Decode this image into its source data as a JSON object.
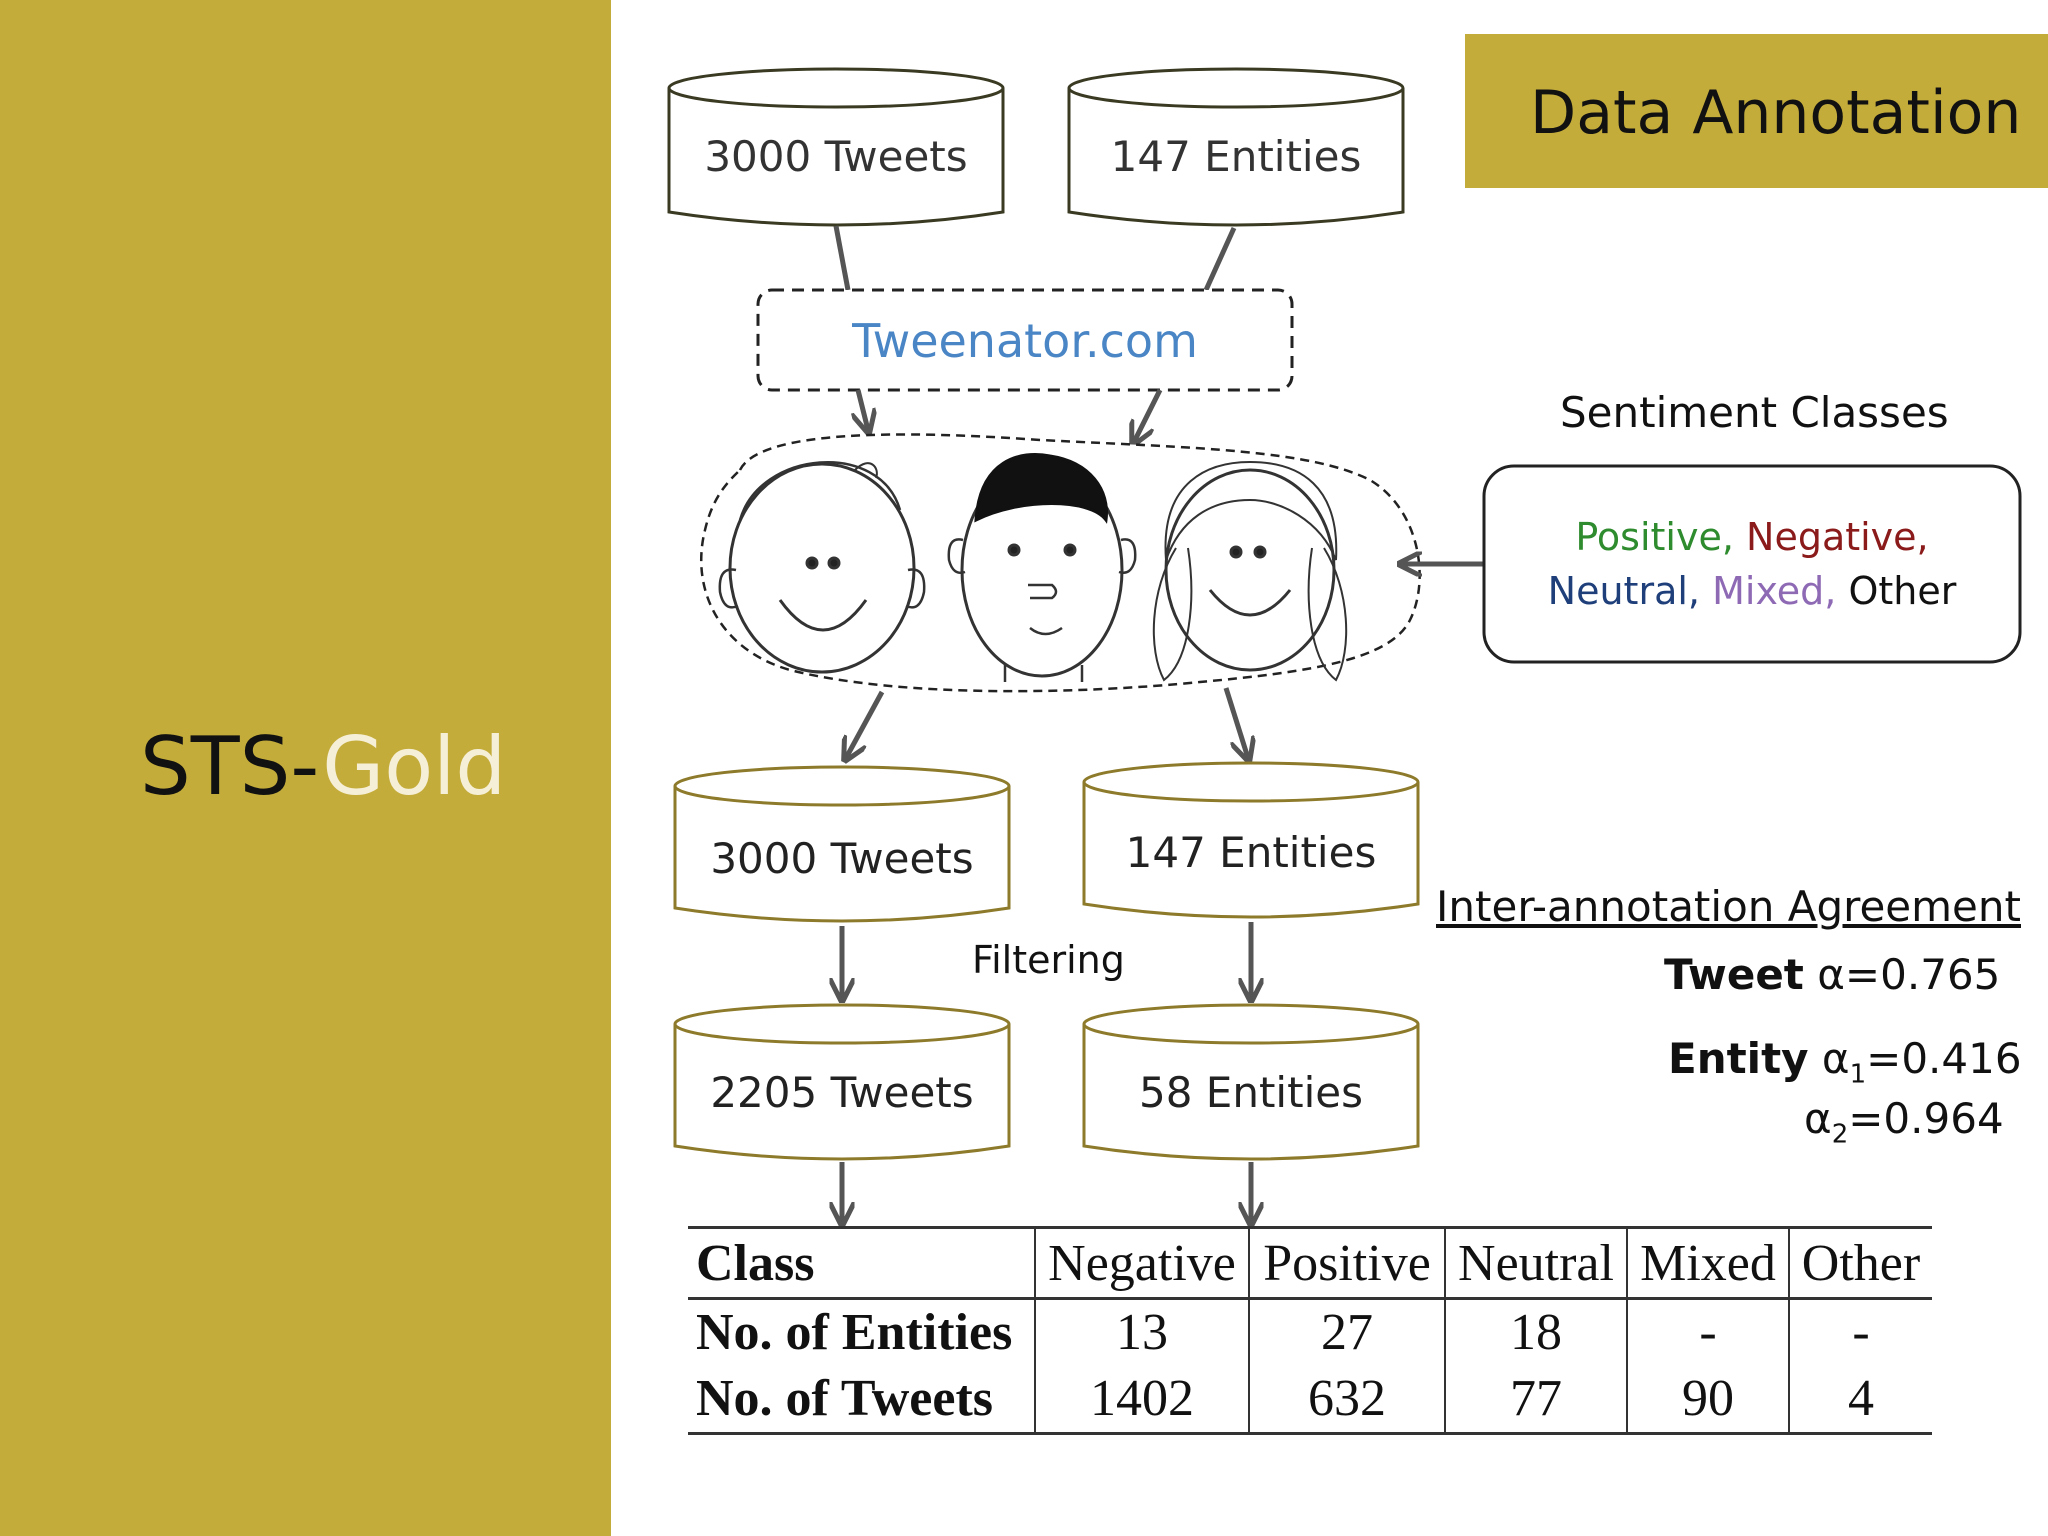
{
  "sidebar": {
    "title_prefix": "STS-",
    "title_highlight": "Gold"
  },
  "header": {
    "title": "Data Annotation"
  },
  "flow": {
    "source_tweets": "3000 Tweets",
    "source_entities": "147 Entities",
    "tool": "Tweenator.com",
    "annotated_tweets": "3000 Tweets",
    "annotated_entities": "147 Entities",
    "filtering": "Filtering",
    "filtered_tweets": "2205 Tweets",
    "filtered_entities": "58 Entities"
  },
  "sentiment_classes": {
    "title": "Sentiment Classes",
    "positive": "Positive,",
    "negative": "Negative,",
    "neutral": "Neutral,",
    "mixed": "Mixed,",
    "other": "Other",
    "colors": {
      "positive": "#2e8b2e",
      "negative": "#8b1a1a",
      "neutral": "#1f3f7a",
      "mixed": "#8e6ab5"
    }
  },
  "agreement": {
    "title": "Inter-annotation Agreement",
    "tweet_label": "Tweet",
    "tweet_value": "α=0.765",
    "entity_label": "Entity",
    "alpha1_symbol": "α",
    "alpha1_sub": "1",
    "alpha1_value": "=0.416",
    "alpha2_symbol": "α",
    "alpha2_sub": "2",
    "alpha2_value": "=0.964"
  },
  "table": {
    "headers": [
      "Class",
      "Negative",
      "Positive",
      "Neutral",
      "Mixed",
      "Other"
    ],
    "rows": [
      {
        "label": "No. of Entities",
        "cells": [
          "13",
          "27",
          "18",
          "-",
          "-"
        ]
      },
      {
        "label": "No. of Tweets",
        "cells": [
          "1402",
          "632",
          "77",
          "90",
          "4"
        ]
      }
    ]
  },
  "colors": {
    "gold": "#c4ac3b",
    "link_blue": "#4a86c5"
  }
}
